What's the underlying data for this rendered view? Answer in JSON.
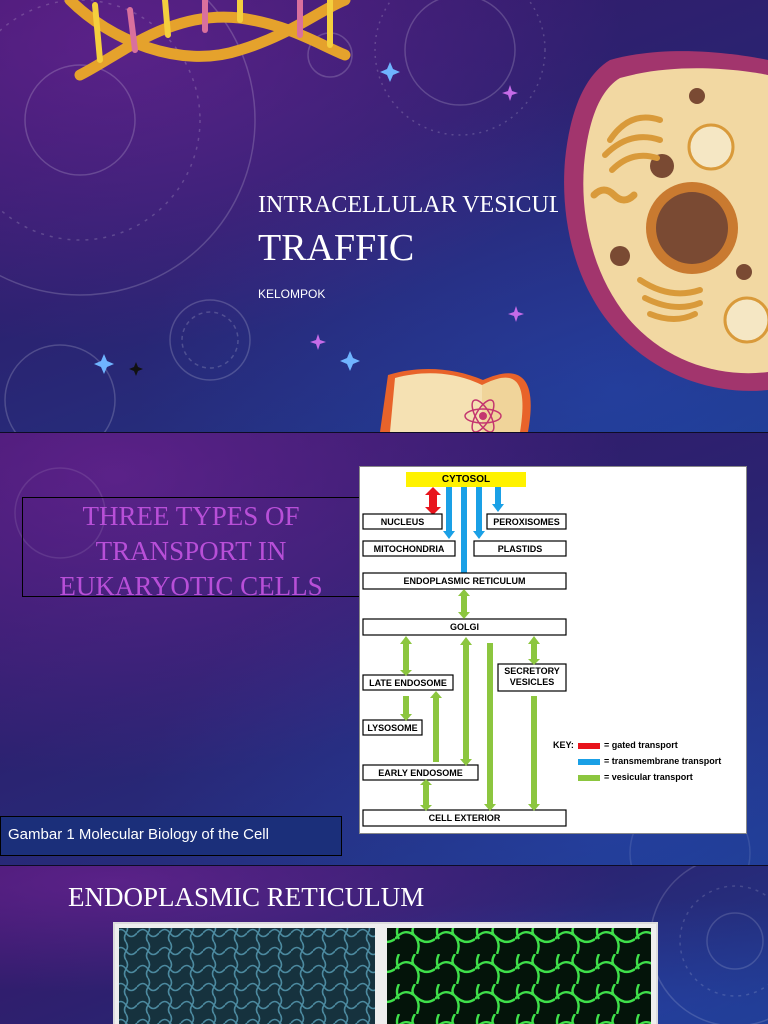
{
  "slide1": {
    "title_line1": "INTRACELLULAR VESICULAR",
    "title_line2": "TRAFFIC",
    "subtitle": "KELOMPOK"
  },
  "slide2": {
    "heading_lines": [
      "THREE TYPES OF",
      "TRANSPORT IN",
      "EUKARYOTIC CELLS"
    ],
    "caption": "Gambar 1 Molecular Biology of the Cell",
    "diagram": {
      "boxes": {
        "cytosol": "CYTOSOL",
        "nucleus": "NUCLEUS",
        "peroxisomes": "PEROXISOMES",
        "mitochondria": "MITOCHONDRIA",
        "plastids": "PLASTIDS",
        "er": "ENDOPLASMIC RETICULUM",
        "golgi": "GOLGI",
        "late_endosome": "LATE ENDOSOME",
        "secretory_line1": "SECRETORY",
        "secretory_line2": "VESICLES",
        "lysosome": "LYSOSOME",
        "early_endosome": "EARLY ENDOSOME",
        "cell_exterior": "CELL EXTERIOR"
      },
      "key": {
        "label": "KEY:",
        "gated": "= gated transport",
        "transmembrane": "= transmembrane transport",
        "vesicular": "= vesicular transport"
      },
      "colors": {
        "gated": "#e8141c",
        "transmembrane": "#1aa0e6",
        "vesicular": "#8cc63f",
        "cytosol_fill": "#fff200"
      }
    }
  },
  "slide3": {
    "title": "ENDOPLASMIC RETICULUM"
  }
}
